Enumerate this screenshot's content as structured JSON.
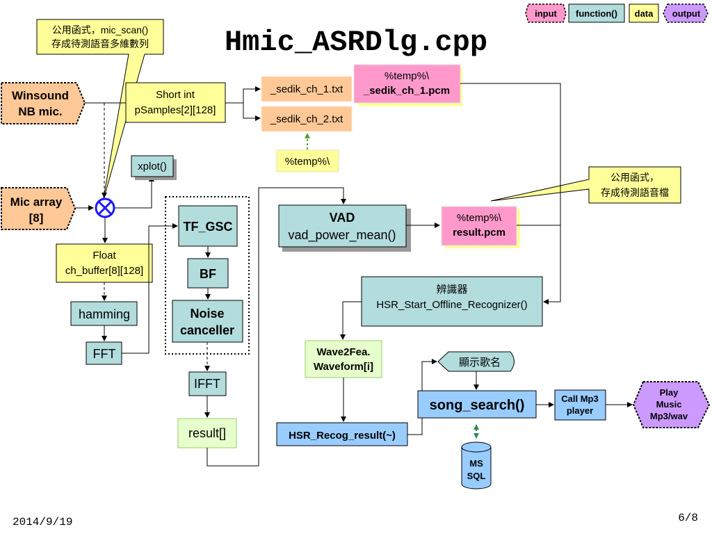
{
  "title": "Hmic_ASRDlg.cpp",
  "legend": {
    "input": "input",
    "function": "function()",
    "data": "data",
    "output": "output"
  },
  "colors": {
    "input": "#ffc896",
    "function": "#b3dcdc",
    "data": "#ffff99",
    "output": "#cc99ff",
    "pink": "#ff99cc",
    "green_data": "#e6ffcc",
    "blue_func": "#99ccff",
    "legend_pink": "#ff99cc"
  },
  "callouts": {
    "mic_scan": {
      "line1": "公用函式，mic_scan()",
      "line2": "存成待測語音多維數列"
    },
    "save_file": {
      "line1": "公用函式，",
      "line2": "存成待測語音檔"
    }
  },
  "inputs": {
    "winsound": {
      "line1": "Winsound",
      "line2": "NB mic."
    },
    "mic_array": {
      "line1": "Mic array",
      "line2": "[8]"
    }
  },
  "data": {
    "psamples": {
      "line1": "Short int",
      "line2": "pSamples[2][128]"
    },
    "ch_buffer": {
      "line1": "Float",
      "line2": "ch_buffer[8][128]"
    },
    "temp_small": "%temp%\\"
  },
  "files": {
    "sedik1_txt": "_sedik_ch_1.txt",
    "sedik2_txt": "_sedik_ch_2.txt",
    "sedik1_pcm": {
      "line1": "%temp%\\",
      "line2": "_sedik_ch_1.pcm"
    },
    "result_pcm": {
      "line1": "%temp%\\",
      "line2": "result.pcm"
    }
  },
  "functions": {
    "xplot": "xplot()",
    "hamming": "hamming",
    "fft": "FFT",
    "tf_gsc": "TF_GSC",
    "bf": "BF",
    "noise": {
      "line1": "Noise",
      "line2": "canceller"
    },
    "ifft": "IFFT",
    "vad": {
      "line1": "VAD",
      "line2": "vad_power_mean()"
    },
    "recognizer": {
      "line1": "辨識器",
      "line2": "HSR_Start_Offline_Recognizer()"
    },
    "song_search": "song_search()",
    "call_mp3": {
      "line1": "Call Mp3",
      "line2": "player"
    },
    "recog_result": "HSR_Recog_result(~)"
  },
  "results": {
    "result_arr": "result[]",
    "wave2fea": {
      "line1": "Wave2Fea.",
      "line2": "Waveform[i]"
    }
  },
  "display_song": "顯示歌名",
  "database": {
    "line1": "MS",
    "line2": "SQL"
  },
  "output_play": {
    "line1": "Play",
    "line2": "Music",
    "line3": "Mp3/wav"
  },
  "footer": {
    "date": "2014/9/19",
    "page": "6/8"
  }
}
